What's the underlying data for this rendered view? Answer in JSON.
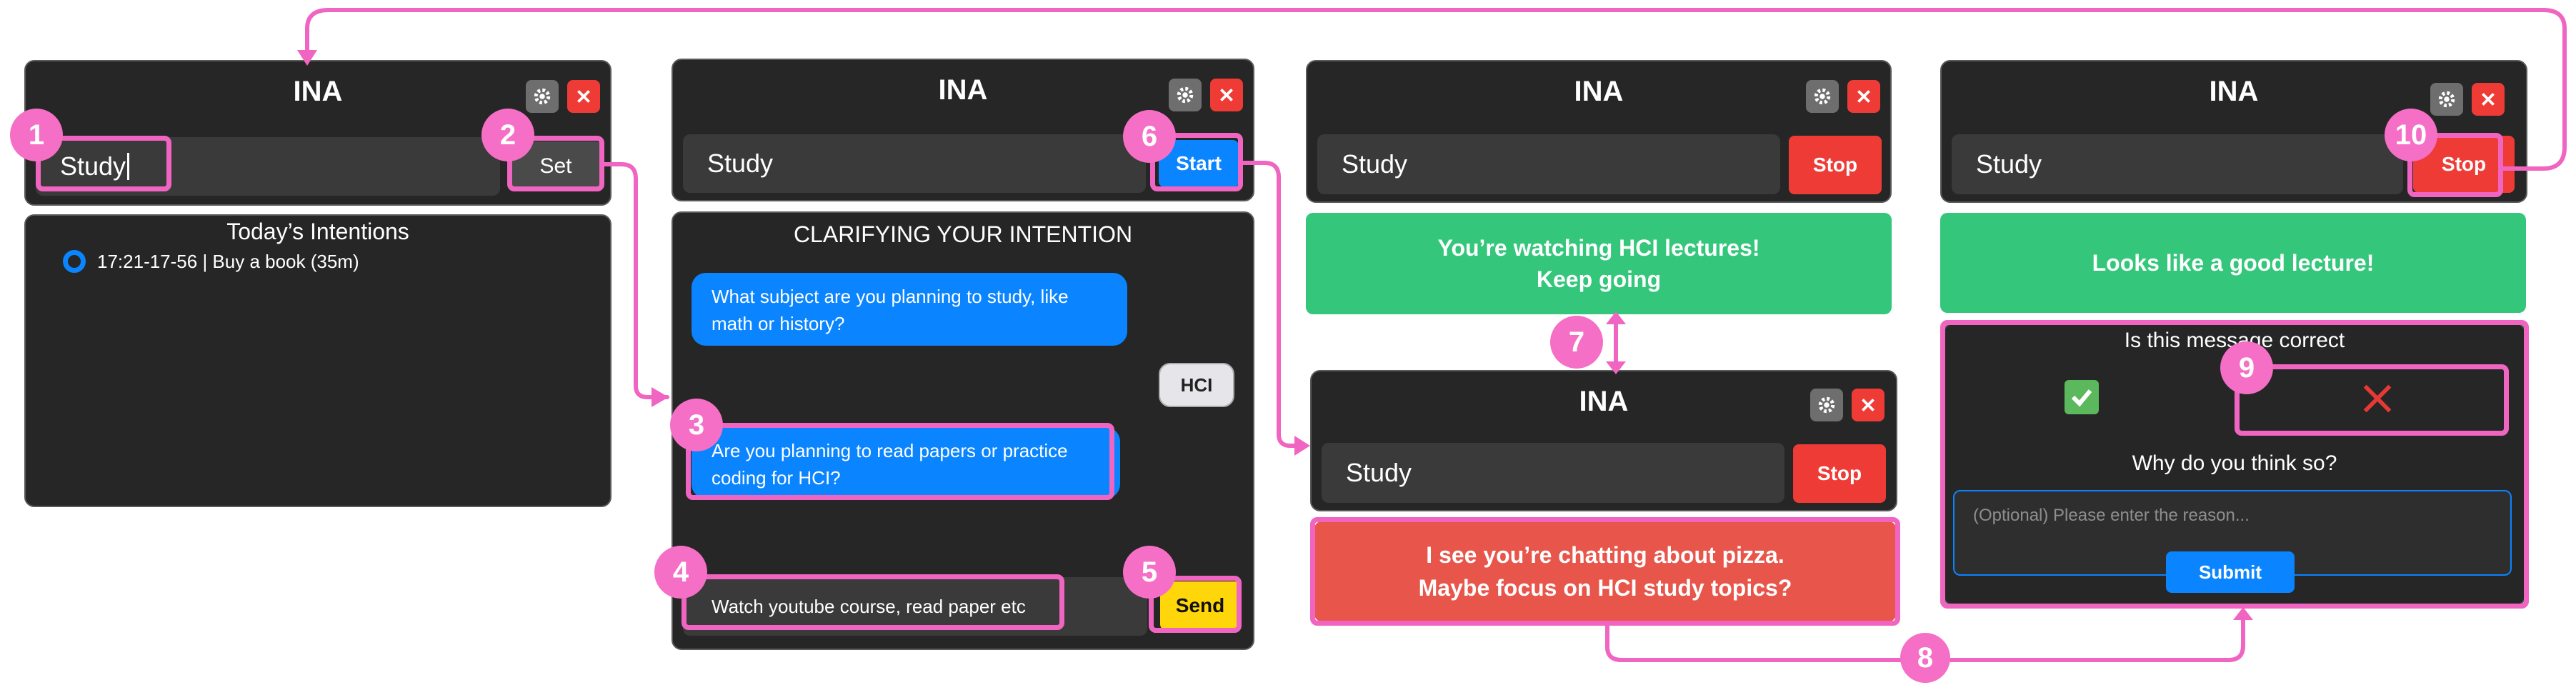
{
  "app_title": "INA",
  "colors": {
    "accent_pink": "#f065c1",
    "blue": "#0a84ff",
    "red": "#ef3b36",
    "green": "#34c77b",
    "yellow": "#ffd60a",
    "panel": "#262626"
  },
  "icons": {
    "settings": "gear-icon",
    "close": "close-icon",
    "check": "check-icon",
    "cross": "cross-icon"
  },
  "badges": [
    "1",
    "2",
    "3",
    "4",
    "5",
    "6",
    "7",
    "8",
    "9",
    "10"
  ],
  "panel1": {
    "input_value": "Study",
    "set_label": "Set",
    "intentions_title": "Today’s Intentions",
    "intention_item": "17:21-17-56 | Buy a book (35m)"
  },
  "panel2": {
    "input_value": "Study",
    "start_label": "Start",
    "chat_title": "CLARIFYING YOUR INTENTION",
    "bot_q1": "What subject are you planning to study, like math or history?",
    "user_a1": "HCI",
    "bot_q2": "Are you planning to read papers or practice coding for HCI?",
    "reply_value": "Watch youtube course, read paper etc",
    "send_label": "Send"
  },
  "panel3": {
    "input_value": "Study",
    "stop_label": "Stop",
    "feedback_line1": "You’re watching HCI lectures!",
    "feedback_line2": "Keep going",
    "input_value_b": "Study",
    "stop_label_b": "Stop",
    "warning_line1": "I see you’re chatting about pizza.",
    "warning_line2": "Maybe focus on HCI study topics?"
  },
  "panel4": {
    "input_value": "Study",
    "stop_label": "Stop",
    "feedback": "Looks like a good lecture!",
    "question": "Is this message correct",
    "why_question": "Why do you think so?",
    "reason_placeholder": "(Optional) Please enter the reason...",
    "submit_label": "Submit"
  }
}
